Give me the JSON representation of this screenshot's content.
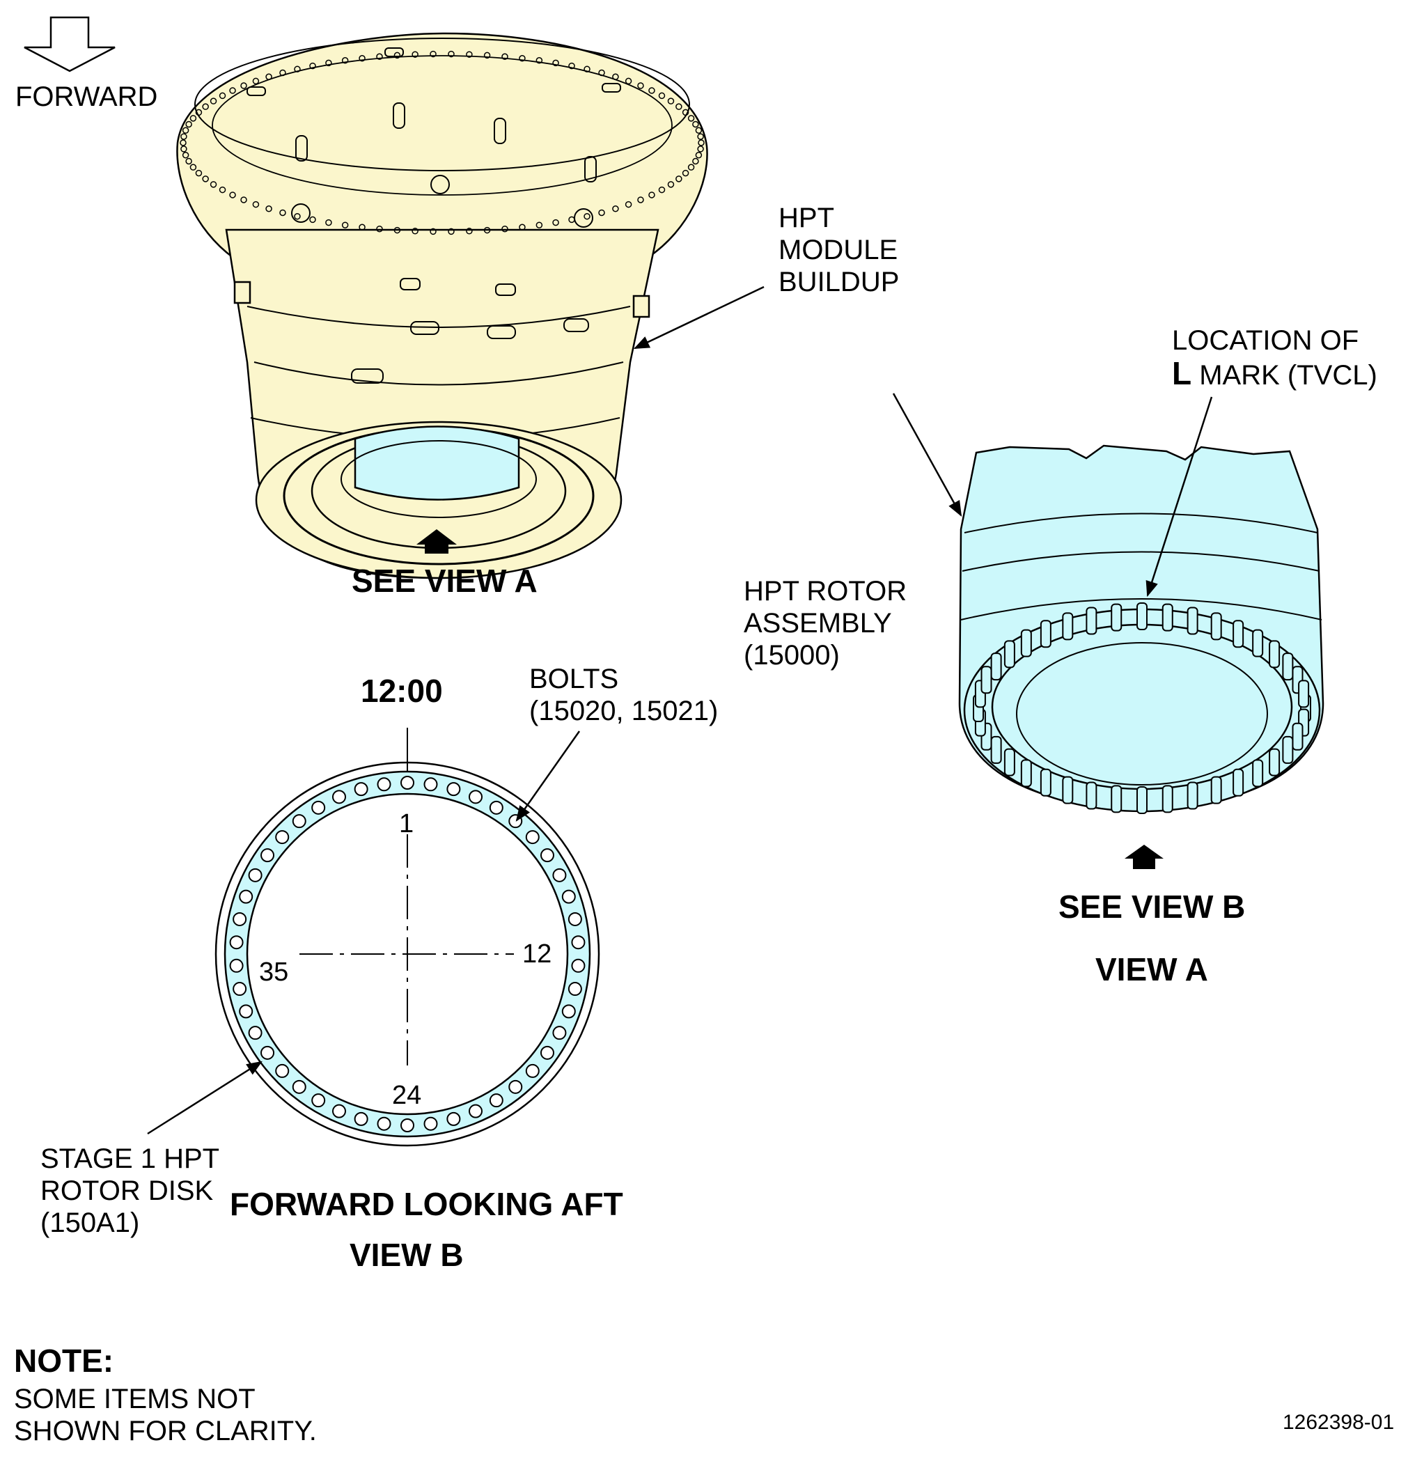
{
  "forward_label": "FORWARD",
  "callouts": {
    "hpt_module": [
      "HPT",
      "MODULE",
      "BUILDUP"
    ],
    "location_l_mark_line1": "LOCATION OF",
    "location_l_mark_bold": "L",
    "location_l_mark_rest": " MARK (TVCL)",
    "hpt_rotor": [
      "HPT ROTOR",
      "ASSEMBLY",
      "(15000)"
    ],
    "bolts": [
      "BOLTS",
      "(15020, 15021)"
    ],
    "stage1_disk": [
      "STAGE 1 HPT",
      "ROTOR DISK",
      "(150A1)"
    ]
  },
  "view_labels": {
    "see_view_a": "SEE VIEW A",
    "see_view_b": "SEE VIEW B",
    "view_a_title": "VIEW A",
    "view_b_caption": "FORWARD LOOKING AFT",
    "view_b_title": "VIEW B"
  },
  "clock": {
    "twelve": "12:00",
    "pos_1": "1",
    "pos_12": "12",
    "pos_24": "24",
    "pos_35": "35"
  },
  "note": {
    "heading": "NOTE:",
    "line1": "SOME ITEMS NOT",
    "line2": "SHOWN FOR CLARITY."
  },
  "figure_id": "1262398-01",
  "colors": {
    "module_fill": "#fbf6cc",
    "rotor_fill": "#ccf8fb",
    "line": "#000000"
  },
  "bolt_count": 46
}
